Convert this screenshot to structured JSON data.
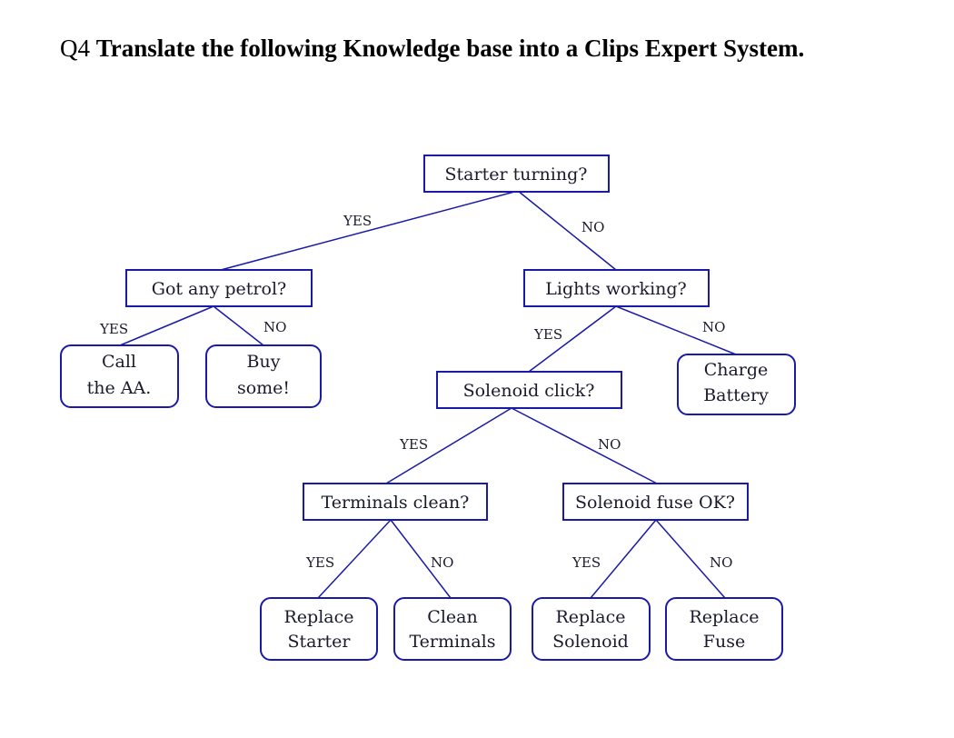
{
  "heading": {
    "number": "Q4",
    "text": "Translate the following Knowledge base into a Clips Expert System."
  },
  "tree": {
    "questions": {
      "starter_turning": "Starter turning?",
      "got_any_petrol": "Got any petrol?",
      "lights_working": "Lights working?",
      "solenoid_click": "Solenoid click?",
      "terminals_clean": "Terminals clean?",
      "solenoid_fuse_ok": "Solenoid fuse OK?"
    },
    "actions": {
      "call_aa": [
        "Call",
        "the AA."
      ],
      "buy_some": [
        "Buy",
        "some!"
      ],
      "charge_battery": [
        "Charge",
        "Battery"
      ],
      "replace_starter": [
        "Replace",
        "Starter"
      ],
      "clean_terminals": [
        "Clean",
        "Terminals"
      ],
      "replace_solenoid": [
        "Replace",
        "Solenoid"
      ],
      "replace_fuse": [
        "Replace",
        "Fuse"
      ]
    },
    "answers": {
      "yes": "YES",
      "no": "NO"
    },
    "colors": {
      "line": "#1a1aa8",
      "text": "#1a1a2e"
    }
  }
}
